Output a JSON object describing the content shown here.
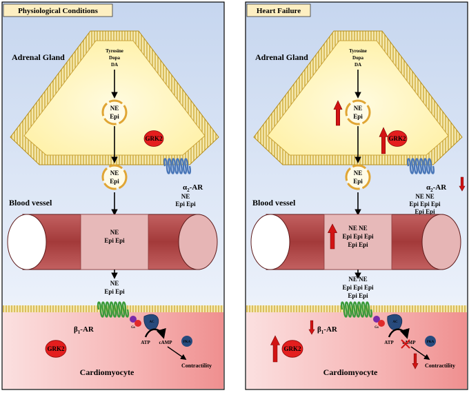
{
  "panels": [
    {
      "title": "Physiological Conditions",
      "adrenal_label": "Adrenal Gland",
      "precursors": [
        "Tyrosine",
        "Dopa",
        "DA"
      ],
      "vesicle1": [
        "NE",
        "Epi"
      ],
      "vesicle2": [
        "NE",
        "Epi"
      ],
      "grk2": "GRK2",
      "alpha2_label": "α",
      "alpha2_sub": "2",
      "alpha2_suffix": "-AR",
      "alpha2_released": [
        "NE",
        "Epi Epi"
      ],
      "blood_vessel_label": "Blood vessel",
      "vessel_contents": [
        "NE",
        "Epi Epi"
      ],
      "synapse_contents": [
        "NE",
        "Epi Epi"
      ],
      "beta1_label": "β",
      "beta1_sub": "1",
      "beta1_suffix": "-AR",
      "atp": "ATP",
      "camp": "cAMP",
      "ac": "AC",
      "pka": "PKA",
      "gs": "Gs",
      "grk2_cardio": "GRK2",
      "contractility": "Contractility",
      "cardiomyocyte_label": "Cardiomyocyte"
    },
    {
      "title": "Heart Failure",
      "adrenal_label": "Adrenal Gland",
      "precursors": [
        "Tyrosine",
        "Dopa",
        "DA"
      ],
      "vesicle1": [
        "NE",
        "Epi"
      ],
      "vesicle2": [
        "NE",
        "Epi"
      ],
      "grk2": "GRK2",
      "alpha2_label": "α",
      "alpha2_sub": "2",
      "alpha2_suffix": "-AR",
      "alpha2_released": [
        "NE NE",
        "Epi Epi Epi",
        "Epi Epi"
      ],
      "blood_vessel_label": "Blood vessel",
      "vessel_contents": [
        "NE NE",
        "Epi Epi Epi",
        "Epi Epi"
      ],
      "synapse_contents": [
        "NE NE",
        "Epi Epi Epi",
        "Epi Epi"
      ],
      "beta1_label": "β",
      "beta1_sub": "1",
      "beta1_suffix": "-AR",
      "atp": "ATP",
      "camp": "cAMP",
      "ac": "AC",
      "pka": "PKA",
      "gs": "Gs",
      "grk2_cardio": "GRK2",
      "contractility": "Contractility",
      "cardiomyocyte_label": "Cardiomyocyte"
    }
  ],
  "colors": {
    "panel_bg_top": "#c6d6ef",
    "panel_bg_bottom": "#eef3fb",
    "adrenal_fill": "#fff8c8",
    "membrane": "#c9a227",
    "vessel": "#b24343",
    "vessel_inner": "#e0a8a8",
    "grk2": "#e02020",
    "up_arrow": "#d21414",
    "cardio_bg": "#f3a0a0",
    "title_bg": "#fdefc2",
    "receptor_green": "#3a9a3a",
    "receptor_blue": "#4a77b8"
  }
}
